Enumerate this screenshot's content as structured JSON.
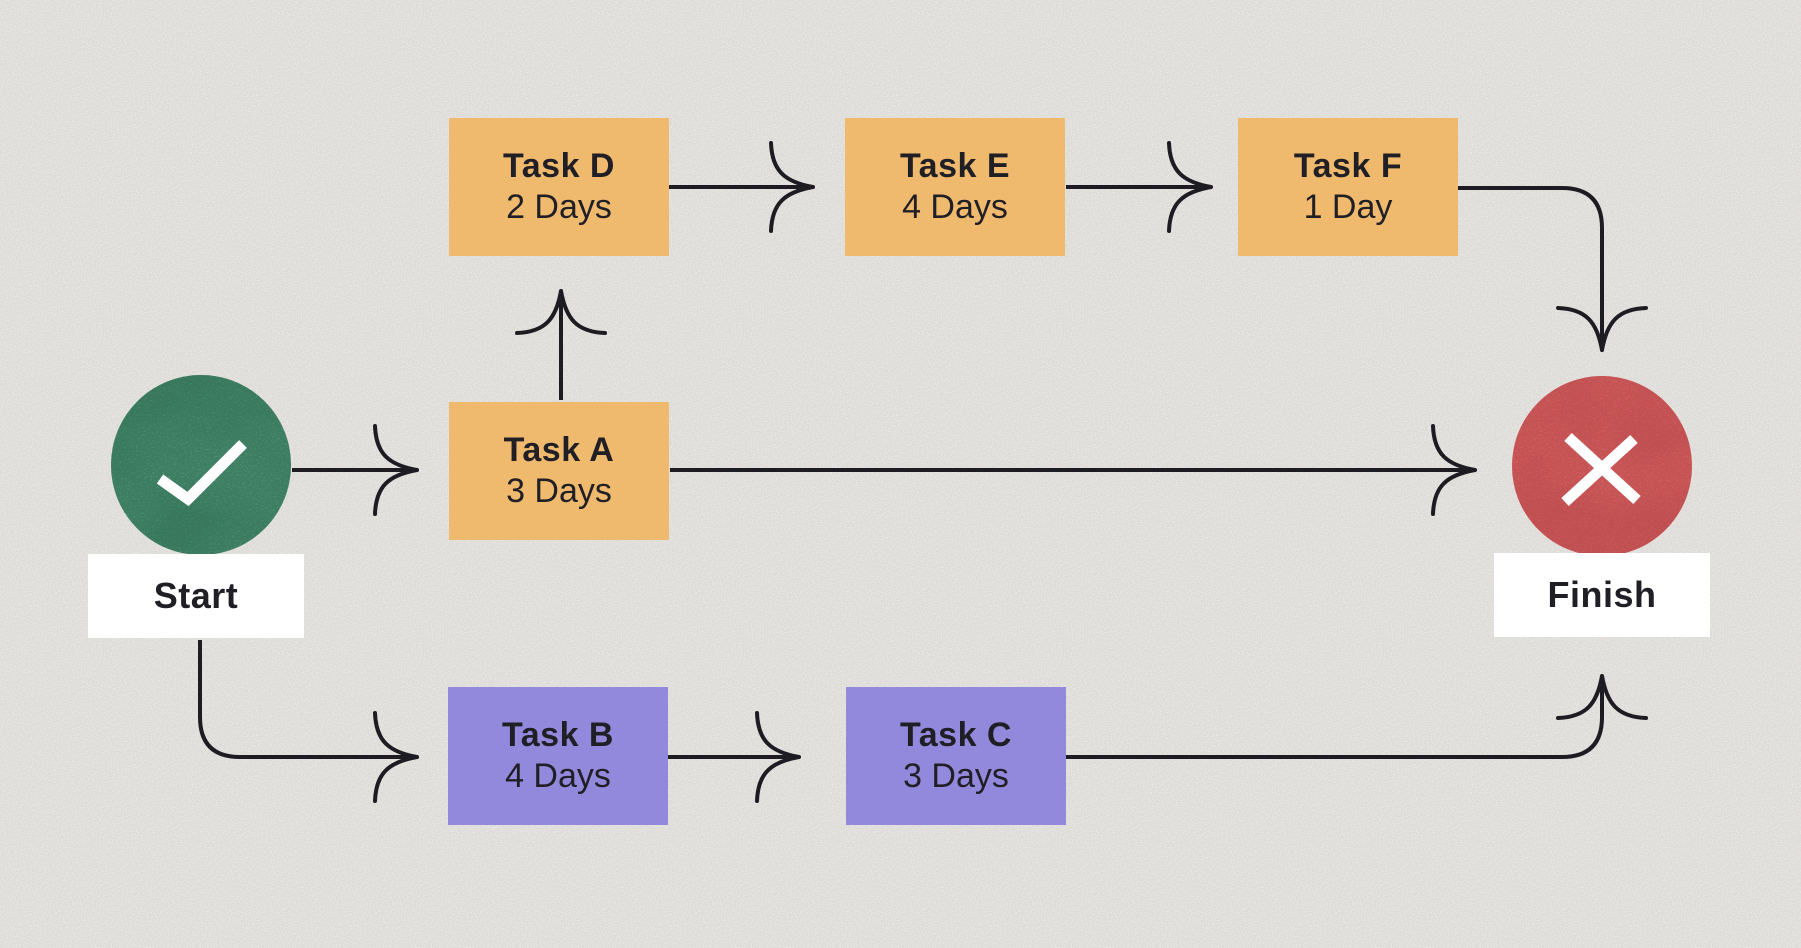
{
  "canvas": {
    "background": "#edebe8"
  },
  "colors": {
    "task_orange": "#efba6e",
    "task_purple": "#9289dc",
    "start_green": "#4f9577",
    "start_green_shade": "#3a7a5e",
    "finish_red": "#dd6866",
    "finish_red_shade": "#c04f52",
    "line_black": "#1d1c22",
    "text_dark": "#211f26",
    "label_white": "#ffffff",
    "icon_white": "#ffffff"
  },
  "diagram": {
    "type": "project-network-diagram",
    "start": {
      "label": "Start",
      "icon": "check-icon"
    },
    "finish": {
      "label": "Finish",
      "icon": "x-icon"
    },
    "tasks": {
      "a": {
        "title": "Task A",
        "duration": "3 Days"
      },
      "b": {
        "title": "Task B",
        "duration": "4 Days"
      },
      "c": {
        "title": "Task C",
        "duration": "3 Days"
      },
      "d": {
        "title": "Task D",
        "duration": "2 Days"
      },
      "e": {
        "title": "Task E",
        "duration": "4 Days"
      },
      "f": {
        "title": "Task F",
        "duration": "1 Day"
      }
    },
    "edges": [
      {
        "from": "start",
        "to": "task-a"
      },
      {
        "from": "task-a",
        "to": "task-d"
      },
      {
        "from": "task-d",
        "to": "task-e"
      },
      {
        "from": "task-e",
        "to": "task-f"
      },
      {
        "from": "task-f",
        "to": "finish"
      },
      {
        "from": "task-a",
        "to": "finish"
      },
      {
        "from": "start",
        "to": "task-b"
      },
      {
        "from": "task-b",
        "to": "task-c"
      },
      {
        "from": "task-c",
        "to": "finish"
      }
    ]
  }
}
